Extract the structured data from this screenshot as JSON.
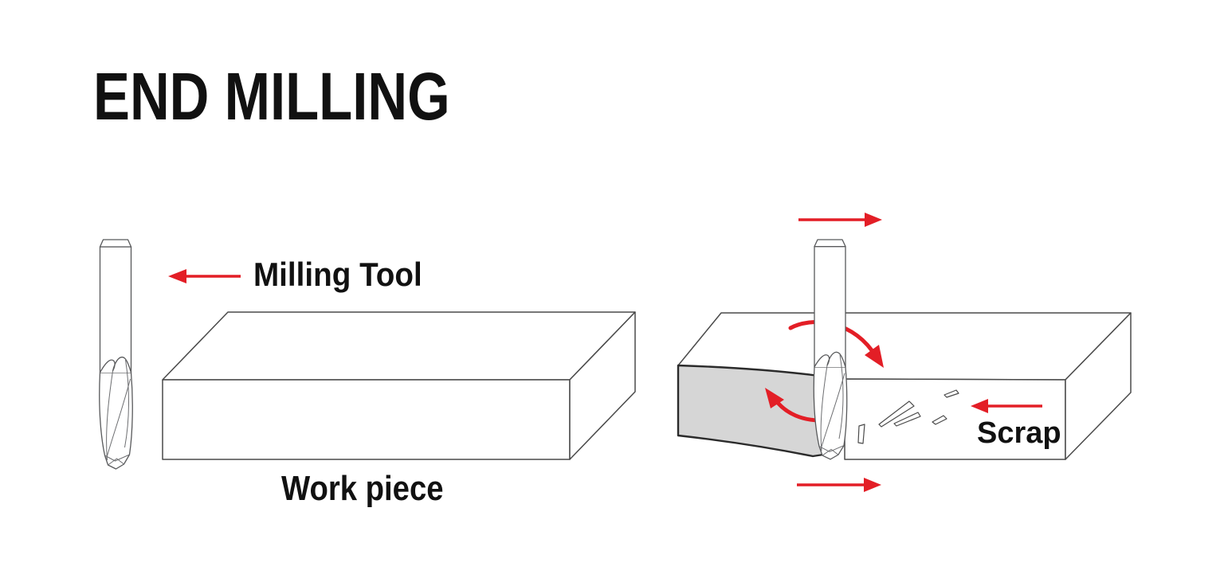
{
  "title": "END MILLING",
  "diagram": {
    "left_figure": {
      "tool_label": "Milling Tool",
      "workpiece_label": "Work piece"
    },
    "right_figure": {
      "scrap_label": "Scrap"
    }
  },
  "colors": {
    "arrow_red": "#E31E26",
    "cut_surface_gray": "#D6D6D6",
    "outline": "#4A4A4A",
    "cut_outline": "#2B2B2B",
    "text": "#111111",
    "background": "#FFFFFF"
  }
}
